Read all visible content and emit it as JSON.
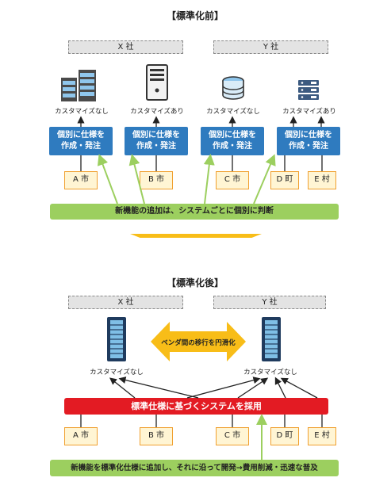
{
  "before": {
    "title": "【標準化前】",
    "vendors": [
      {
        "label": "X 社"
      },
      {
        "label": "Y 社"
      }
    ],
    "custom_labels": [
      "カスタマイズなし",
      "カスタマイズあり",
      "カスタマイズなし",
      "カスタマイズあり"
    ],
    "order_boxes": [
      "個別に仕様を\n作成・発注",
      "個別に仕様を\n作成・発注",
      "個別に仕様を\n作成・発注",
      "個別に仕様を\n作成・発注"
    ],
    "cities": [
      "A 市",
      "B 市",
      "C 市",
      "D 町",
      "E 村"
    ],
    "bar_text": "新機能の追加は、システムごとに個別に判断"
  },
  "after": {
    "title": "【標準化後】",
    "vendors": [
      {
        "label": "X 社"
      },
      {
        "label": "Y 社"
      }
    ],
    "migration_text": "ベンダ間の移行を円滑化",
    "custom_labels": [
      "カスタマイズなし",
      "カスタマイズなし"
    ],
    "red_bar_text": "標準仕様に基づくシステムを採用",
    "cities": [
      "A 市",
      "B 市",
      "C 市",
      "D 町",
      "E 村"
    ],
    "bar_text": "新機能を標準化仕様に追加し、それに沿って開発→費用削減・迅速な普及"
  },
  "colors": {
    "blue": "#2f7bbf",
    "green": "#9ccf5f",
    "red": "#e31b23",
    "orange": "#f0a030",
    "yellow_arrow": "#f8bd18",
    "city_fill": "#fff5d4",
    "vendor_gray": "#e3e3e3"
  },
  "icons": [
    "server-rack-icon",
    "tower-server-icon",
    "database-icon",
    "rack-server-icon",
    "server-cabinet-icon",
    "server-cabinet-icon"
  ]
}
